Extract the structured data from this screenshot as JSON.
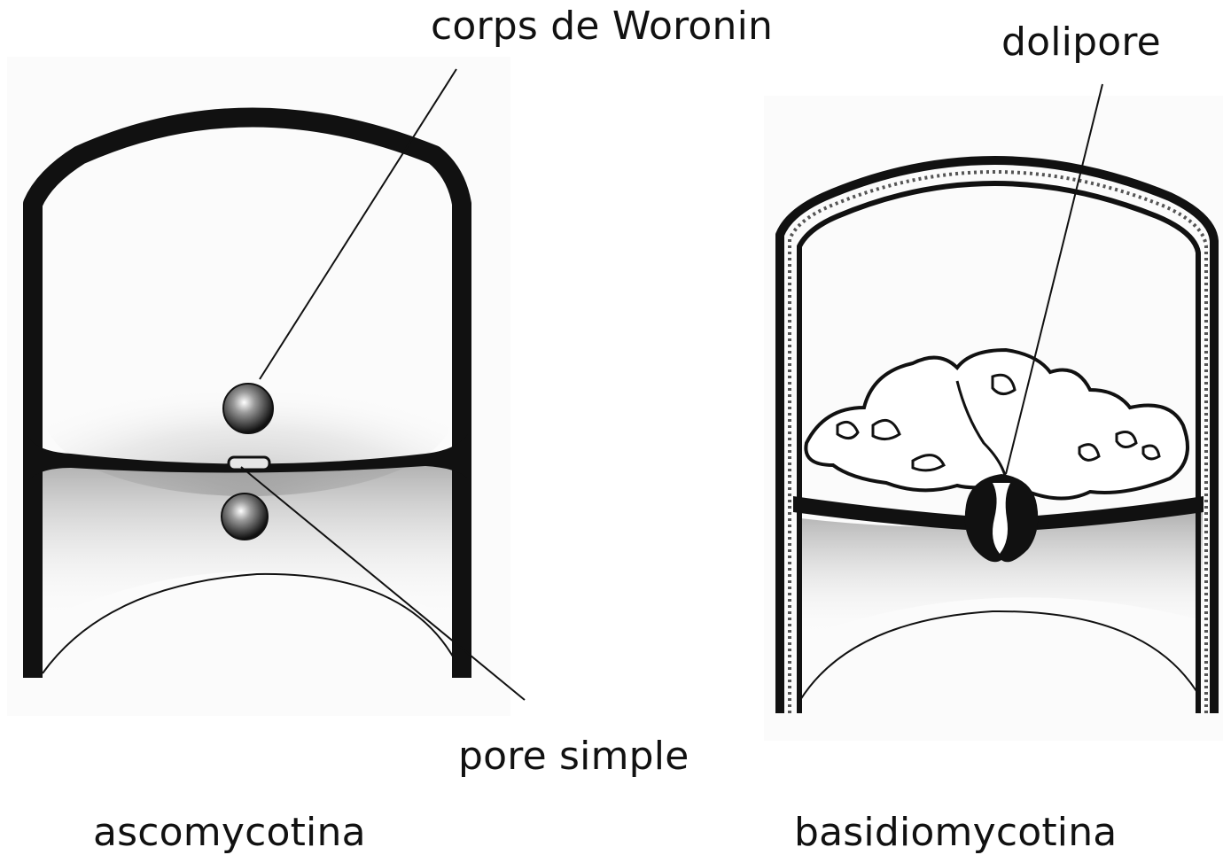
{
  "labels": {
    "woronin": "corps de Woronin",
    "dolipore": "dolipore",
    "pore_simple": "pore simple",
    "ascomycotina": "ascomycotina",
    "basidiomycotina": "basidiomycotina"
  },
  "colors": {
    "ink": "#111111",
    "background": "#ffffff",
    "panel": "#fbfbfb",
    "stipple": "#7a7a7a"
  }
}
